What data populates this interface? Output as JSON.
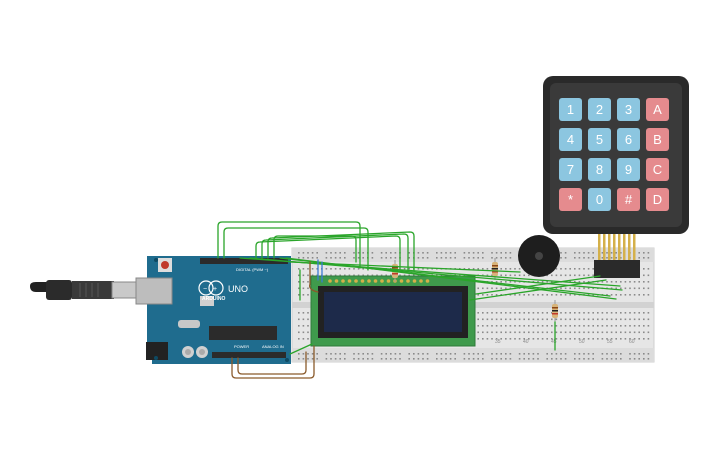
{
  "board": {
    "brand": "ARDUINO",
    "model": "UNO",
    "digital_label": "DIGITAL (PWM ~)",
    "power_label": "POWER",
    "analog_label": "ANALOG IN",
    "color": "#1f6c8e"
  },
  "keypad": {
    "rows": [
      [
        "1",
        "2",
        "3",
        "A"
      ],
      [
        "4",
        "5",
        "6",
        "B"
      ],
      [
        "7",
        "8",
        "9",
        "C"
      ],
      [
        "*",
        "0",
        "#",
        "D"
      ]
    ],
    "number_key_color": "#8cc6e0",
    "letter_key_color": "#e58b8e"
  },
  "lcd": {
    "pcb_color": "#3f9a4c",
    "screen_color": "#1d2a4a"
  },
  "breadboard": {
    "row_labels": [
      "35",
      "40",
      "45",
      "50",
      "55",
      "60"
    ]
  },
  "colors": {
    "wire_green": "#2aa52a",
    "wire_brown": "#8a5a2b",
    "wire_blue": "#3a7bd5"
  }
}
